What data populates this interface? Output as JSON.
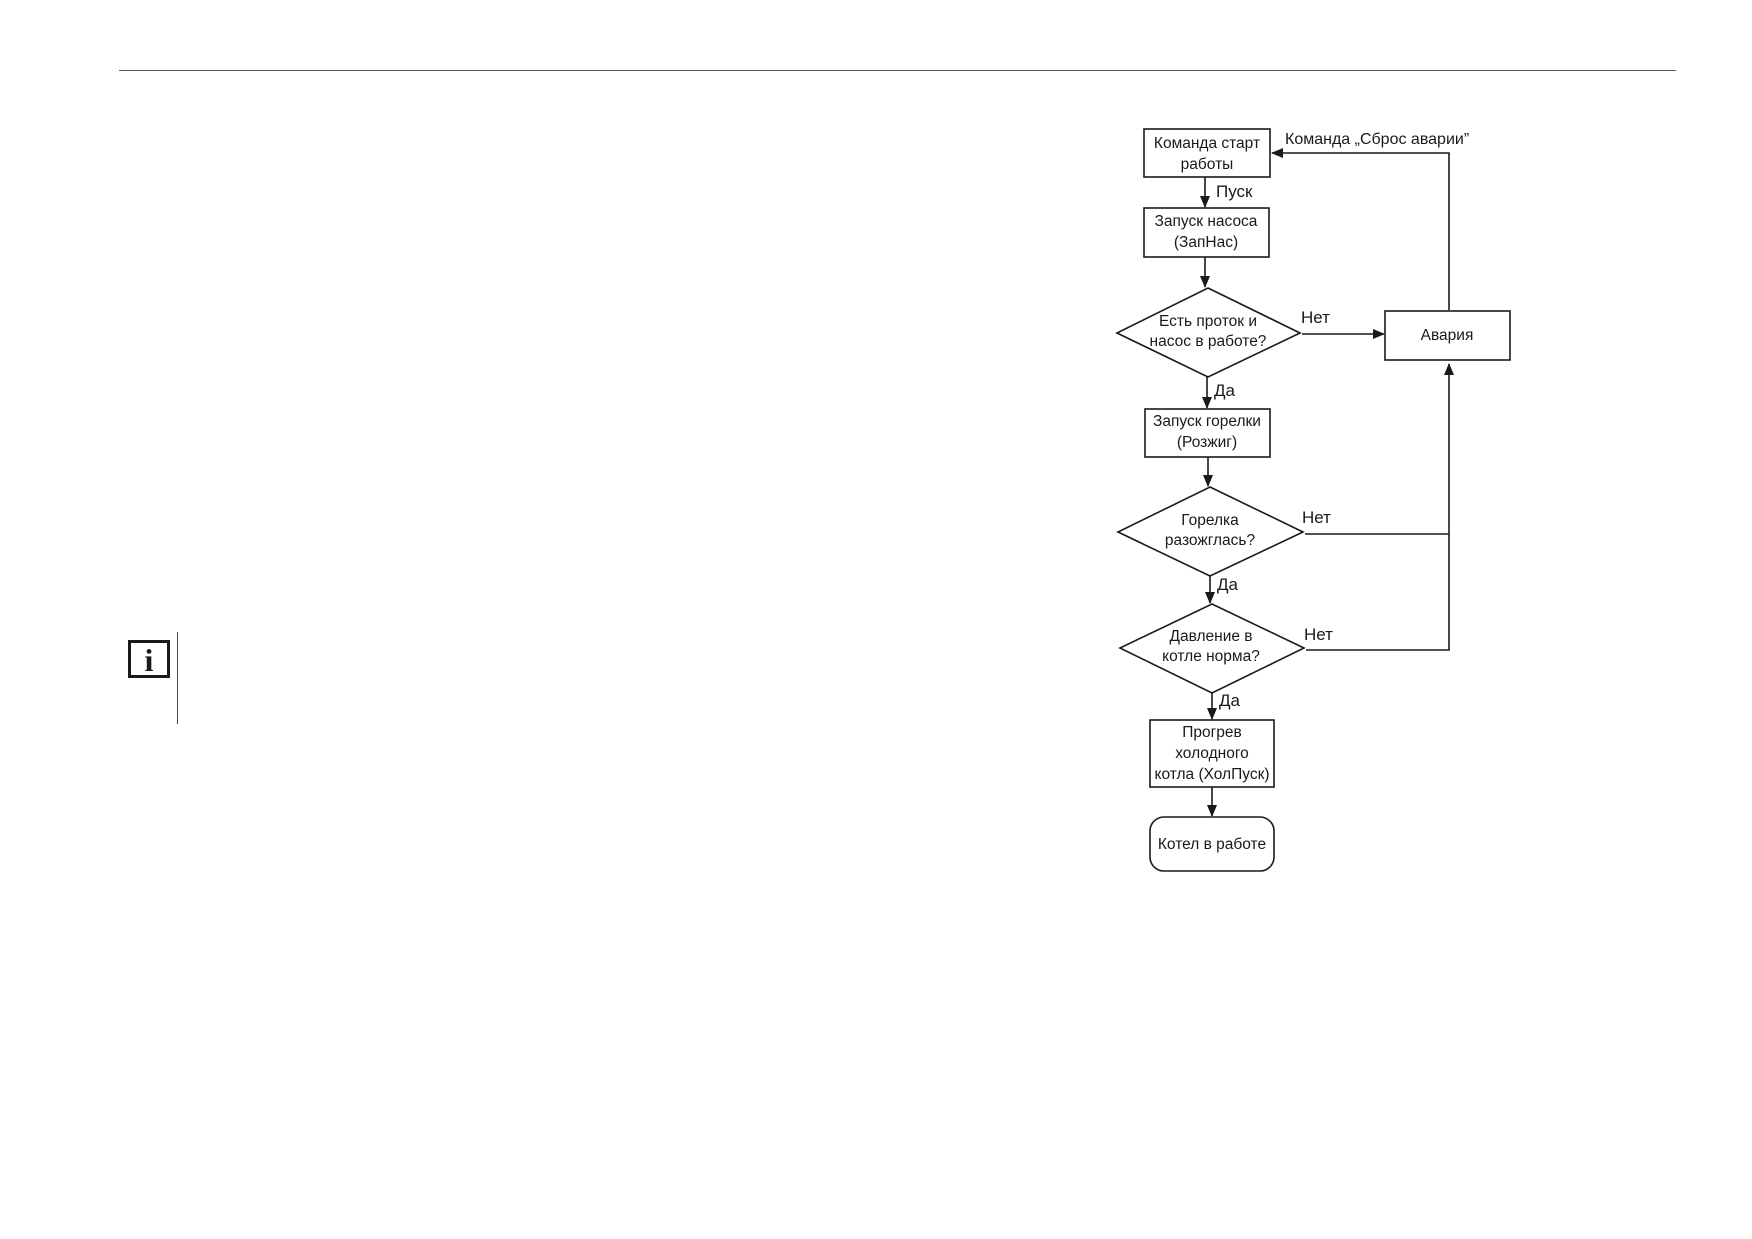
{
  "info_note": {
    "icon": "info-icon",
    "glyph": "i"
  },
  "flowchart": {
    "nodes": {
      "start": {
        "line1": "Команда старт",
        "line2": "работы"
      },
      "pump": {
        "line1": "Запуск насоса",
        "line2": "(ЗапНас)"
      },
      "check_flow": {
        "line1": "Есть проток и",
        "line2": "насос в работе?"
      },
      "burner": {
        "line1": "Запуск горелки",
        "line2": "(Розжиг)"
      },
      "check_ignite": {
        "line1": "Горелка",
        "line2": "разожглась?"
      },
      "check_pressure": {
        "line1": "Давление в",
        "line2": "котле норма?"
      },
      "warmup": {
        "line1": "Прогрев",
        "line2": "холодного",
        "line3": "котла (ХолПуск)"
      },
      "running": {
        "label": "Котел в работе"
      },
      "alarm": {
        "label": "Авария"
      }
    },
    "edge_labels": {
      "start_to_pump": "Пуск",
      "reset": "Команда „Сброс аварии”",
      "flow_no": "Нет",
      "flow_yes": "Да",
      "ignite_no": "Нет",
      "ignite_yes": "Да",
      "pressure_no": "Нет",
      "pressure_yes": "Да"
    }
  }
}
